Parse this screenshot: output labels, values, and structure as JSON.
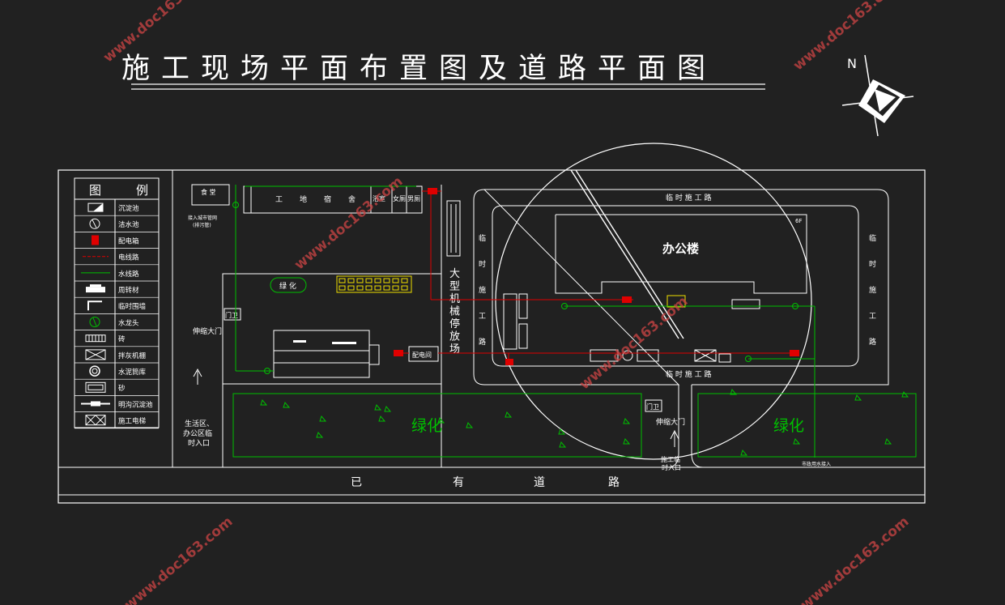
{
  "title": "施工现场平面布置图及道路平面图",
  "compass": {
    "north": "N"
  },
  "legend": {
    "header": [
      "图",
      "例"
    ],
    "items": [
      "沉淀池",
      "洁水池",
      "配电箱",
      "电线路",
      "水线路",
      "周转材",
      "临时围墙",
      "水龙头",
      "砖",
      "拌灰机棚",
      "水泥筒库",
      "砂",
      "明沟沉淀池",
      "施工电梯"
    ]
  },
  "site": {
    "canteen": "食 堂",
    "sewer_note": [
      "接入城市管网",
      "(排污管)"
    ],
    "dorm_labels": [
      "工",
      "地",
      "宿",
      "舍"
    ],
    "bath": "浴室",
    "women_toilet": "女厕",
    "men_toilet": "男厕",
    "greening_small": "绿 化",
    "guard_left": "门卫",
    "gate_left": "伸缩大门",
    "living_entry": [
      "生活区、",
      "办公区临",
      "时入口"
    ],
    "power_room": "配电间",
    "machinery_yard": [
      "大",
      "型",
      "机",
      "械",
      "停",
      "放",
      "场"
    ],
    "temp_road": "临 时 施 工 路",
    "temp_road_v": [
      "临",
      "时",
      "施",
      "工",
      "路"
    ],
    "office": "办公楼",
    "floors": "6F",
    "greening": "绿化",
    "guard_right": "门卫",
    "gate_right": "伸缩大门",
    "construction_entry": [
      "施工临",
      "时入口"
    ],
    "water_supply": "市政用水接入",
    "road": [
      "已",
      "有",
      "道",
      "路"
    ]
  },
  "watermark": "www.doc163.com",
  "colors": {
    "background": "#212121",
    "line": "#ffffff",
    "water": "#00c000",
    "power": "#e00000",
    "accent": "#f0e000"
  }
}
